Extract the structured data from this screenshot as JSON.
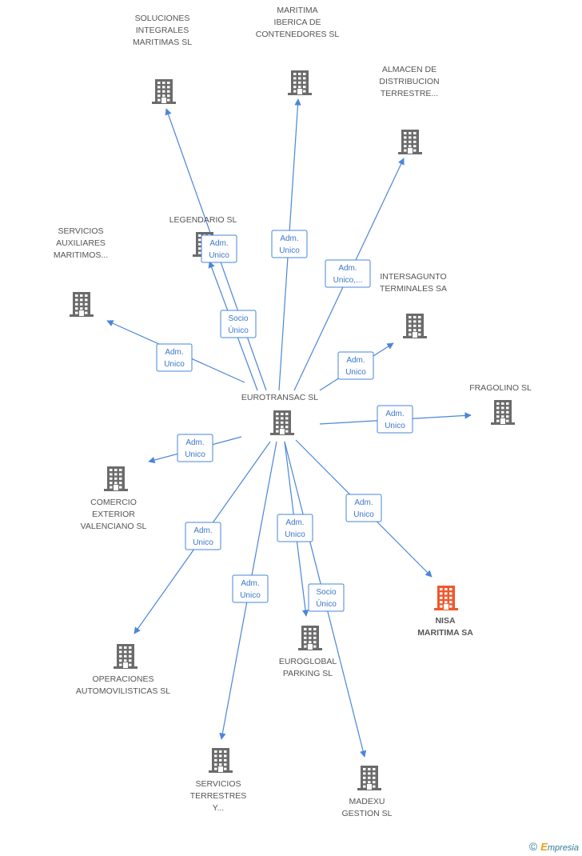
{
  "colors": {
    "edge": "#4a86d8",
    "node": "#6b6b6b",
    "highlight": "#f0582e",
    "label": "#555555"
  },
  "nodes": [
    {
      "id": "center",
      "lines": [
        "EUROTRANSAC SL"
      ],
      "label_pos": "above"
    },
    {
      "id": "soluciones",
      "lines": [
        "SOLUCIONES",
        "INTEGRALES",
        "MARITIMAS SL"
      ],
      "label_pos": "above"
    },
    {
      "id": "maritima_iberica",
      "lines": [
        "MARITIMA",
        "IBERICA DE",
        "CONTENEDORES SL"
      ],
      "label_pos": "above"
    },
    {
      "id": "almacen",
      "lines": [
        "ALMACEN DE",
        "DISTRIBUCION",
        "TERRESTRE..."
      ],
      "label_pos": "above"
    },
    {
      "id": "legendario",
      "lines": [
        "LEGENDARIO SL"
      ],
      "label_pos": "above"
    },
    {
      "id": "servicios_aux",
      "lines": [
        "SERVICIOS",
        "AUXILIARES",
        "MARITIMOS..."
      ],
      "label_pos": "above"
    },
    {
      "id": "intersagunto",
      "lines": [
        "INTERSAGUNTO",
        "TERMINALES SA"
      ],
      "label_pos": "above"
    },
    {
      "id": "fragolino",
      "lines": [
        "FRAGOLINO SL"
      ],
      "label_pos": "above"
    },
    {
      "id": "comercio",
      "lines": [
        "COMERCIO",
        "EXTERIOR",
        "VALENCIANO SL"
      ],
      "label_pos": "below"
    },
    {
      "id": "nisa",
      "lines": [
        "NISA",
        "MARITIMA SA"
      ],
      "label_pos": "below",
      "highlight": true
    },
    {
      "id": "operaciones",
      "lines": [
        "OPERACIONES",
        "AUTOMOVILISTICAS SL"
      ],
      "label_pos": "below"
    },
    {
      "id": "euroglobal",
      "lines": [
        "EUROGLOBAL",
        "PARKING SL"
      ],
      "label_pos": "below"
    },
    {
      "id": "servicios_terr",
      "lines": [
        "SERVICIOS",
        "TERRESTRES",
        "Y..."
      ],
      "label_pos": "below"
    },
    {
      "id": "madexu",
      "lines": [
        "MADEXU",
        "GESTION  SL"
      ],
      "label_pos": "below"
    }
  ],
  "edges": [
    {
      "from": "center",
      "to": "soluciones",
      "label": [
        "Adm.",
        "Unico"
      ]
    },
    {
      "from": "center",
      "to": "maritima_iberica",
      "label": [
        "Adm.",
        "Unico"
      ]
    },
    {
      "from": "center",
      "to": "almacen",
      "label": [
        "Adm.",
        "Unico,..."
      ]
    },
    {
      "from": "center",
      "to": "legendario",
      "label": [
        "Socio",
        "Único"
      ]
    },
    {
      "from": "center",
      "to": "servicios_aux",
      "label": [
        "Adm.",
        "Unico"
      ]
    },
    {
      "from": "center",
      "to": "intersagunto",
      "label": [
        "Adm.",
        "Unico"
      ]
    },
    {
      "from": "center",
      "to": "fragolino",
      "label": [
        "Adm.",
        "Unico"
      ]
    },
    {
      "from": "center",
      "to": "comercio",
      "label": [
        "Adm.",
        "Unico"
      ]
    },
    {
      "from": "center",
      "to": "nisa",
      "label": [
        "Adm.",
        "Unico"
      ]
    },
    {
      "from": "center",
      "to": "operaciones",
      "label": [
        "Adm.",
        "Unico"
      ]
    },
    {
      "from": "center",
      "to": "euroglobal",
      "label": [
        "Adm.",
        "Unico"
      ]
    },
    {
      "from": "center",
      "to": "euroglobal",
      "label": [
        "Socio",
        "Único"
      ]
    },
    {
      "from": "center",
      "to": "servicios_terr",
      "label": [
        "Adm.",
        "Unico"
      ]
    },
    {
      "from": "center",
      "to": "madexu",
      "label": [
        "Adm.",
        "Unico"
      ]
    }
  ],
  "extra_labels": [
    {
      "attached_to": "legendario",
      "label": [
        "Adm.",
        "Unico"
      ]
    }
  ],
  "footer": {
    "copyright": "©",
    "brand_initial": "E",
    "brand_rest": "mpresia"
  }
}
